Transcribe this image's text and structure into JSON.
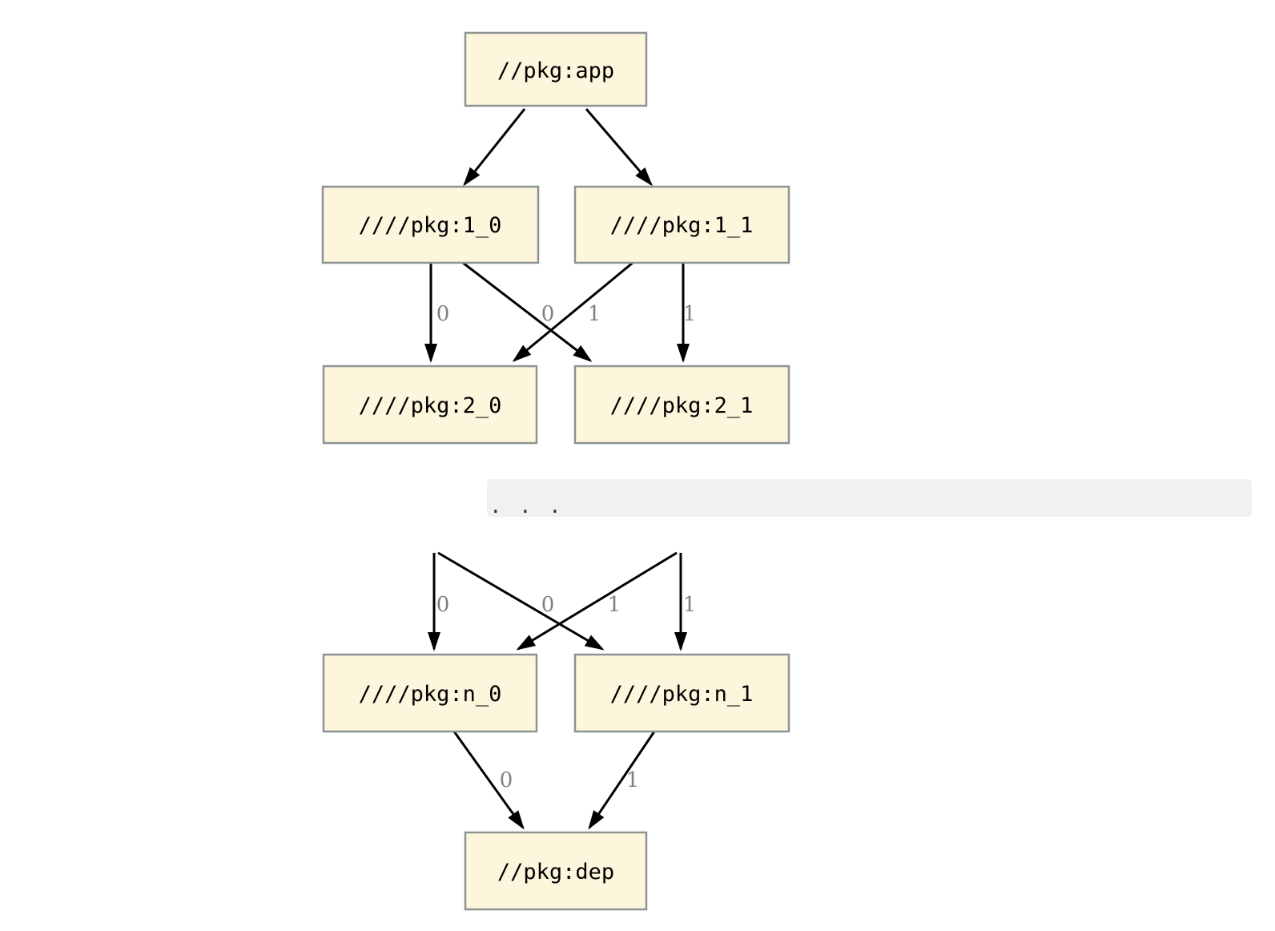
{
  "colors": {
    "background": "#FFFFFF",
    "node_fill": "#FDF6DD",
    "node_border": "#8D9393",
    "node_text": "#000000",
    "edge": "#000000",
    "edge_label": "#7F7F7F",
    "band_fill": "#F1F1F1",
    "ellipsis_dots": "#333333"
  },
  "nodes": {
    "app": {
      "label": "//pkg:app"
    },
    "pkg_1_0": {
      "label": "////pkg:1_0"
    },
    "pkg_1_1": {
      "label": "////pkg:1_1"
    },
    "pkg_2_0": {
      "label": "////pkg:2_0"
    },
    "pkg_2_1": {
      "label": "////pkg:2_1"
    },
    "pkg_n_0": {
      "label": "////pkg:n_0"
    },
    "pkg_n_1": {
      "label": "////pkg:n_1"
    },
    "dep": {
      "label": "//pkg:dep"
    }
  },
  "ellipsis": {
    "text": ". . ."
  },
  "edges": [
    {
      "from": "//pkg:app",
      "to": "////pkg:1_0",
      "label": ""
    },
    {
      "from": "//pkg:app",
      "to": "////pkg:1_1",
      "label": ""
    },
    {
      "from": "////pkg:1_0",
      "to": "////pkg:2_0",
      "label": "0"
    },
    {
      "from": "////pkg:1_0",
      "to": "////pkg:2_1",
      "label": "1"
    },
    {
      "from": "////pkg:1_1",
      "to": "////pkg:2_0",
      "label": "0"
    },
    {
      "from": "////pkg:1_1",
      "to": "////pkg:2_1",
      "label": "1"
    },
    {
      "from": "ellipsis",
      "to": "////pkg:n_0",
      "label": "0"
    },
    {
      "from": "ellipsis",
      "to": "////pkg:n_1",
      "label": "1"
    },
    {
      "from": "ellipsis",
      "to": "////pkg:n_0",
      "label": "0"
    },
    {
      "from": "ellipsis",
      "to": "////pkg:n_1",
      "label": "1"
    },
    {
      "from": "////pkg:n_0",
      "to": "//pkg:dep",
      "label": "0"
    },
    {
      "from": "////pkg:n_1",
      "to": "//pkg:dep",
      "label": "1"
    }
  ]
}
